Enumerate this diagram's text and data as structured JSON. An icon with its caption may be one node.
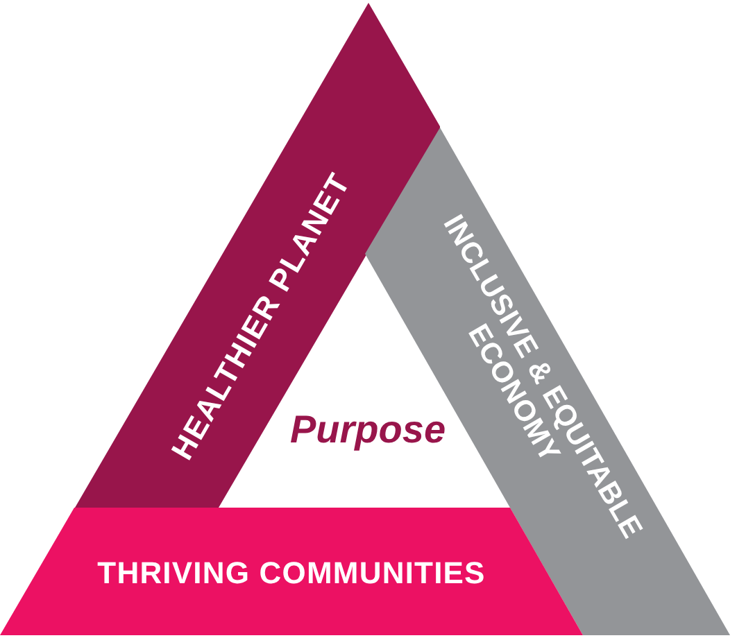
{
  "diagram": {
    "nodes": [
      {
        "text": [
          "HEALTHIER PLANET"
        ]
      },
      {
        "text": [
          "INCLUSIVE & EQUITABLE ECONOMY"
        ]
      },
      {
        "text": [
          "THRIVING COMMUNITIES"
        ]
      }
    ],
    "labels": [
      "Purpose"
    ]
  }
}
